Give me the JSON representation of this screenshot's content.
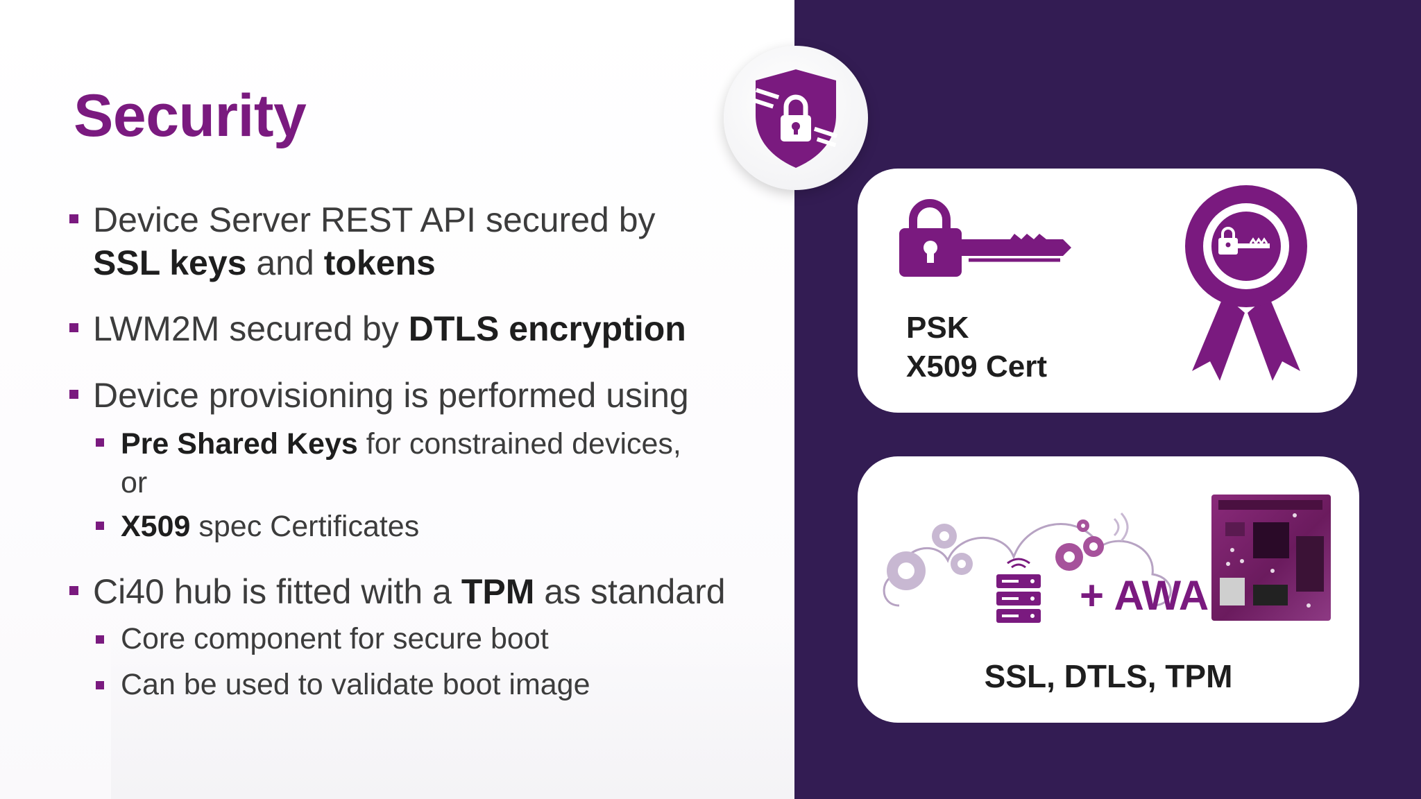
{
  "title": "Security",
  "bullets": {
    "b1": {
      "text1": "Device Server REST API secured by",
      "bold1": "SSL keys",
      "text2": " and ",
      "bold2": "tokens"
    },
    "b2": {
      "text1": "LWM2M secured by ",
      "bold1": "DTLS encryption"
    },
    "b3": {
      "text1": "Device provisioning is performed using"
    },
    "b3a": {
      "bold1": "Pre Shared Keys",
      "text1": " for constrained devices,",
      "text2": "or"
    },
    "b3b": {
      "bold1": "X509",
      "text1": " spec Certificates"
    },
    "b4": {
      "text1": "Ci40 hub is fitted with a ",
      "bold1": "TPM",
      "text2": " as standard"
    },
    "b4a": {
      "text1": "Core component for secure boot"
    },
    "b4b": {
      "text1": "Can be used to validate boot image"
    }
  },
  "card1": {
    "line1": "PSK",
    "line2": "X509 Cert"
  },
  "card2": {
    "awa": "+ AWA",
    "caption": "SSL, DTLS, TPM"
  },
  "icons": {
    "shield": "shield-lock-icon",
    "key": "padlock-key-icon",
    "badge": "award-ribbon-icon",
    "cloud": "cloud-gears-icon",
    "server": "server-rack-icon",
    "board": "ci40-board-image"
  },
  "colors": {
    "accent": "#7a1a7f",
    "panel": "#331c53",
    "text": "#3c3c3c"
  }
}
